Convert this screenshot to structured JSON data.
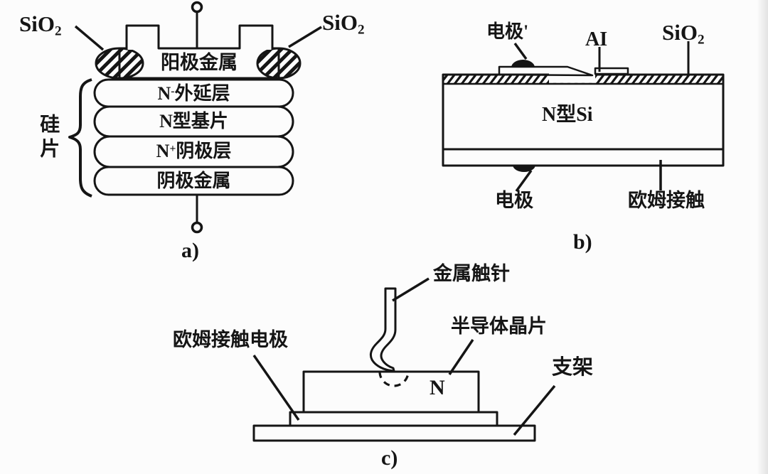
{
  "colors": {
    "background": "#fcfcfc",
    "ink": "#151515"
  },
  "panel_a": {
    "caption": "a)",
    "sio2_left": {
      "base": "SiO",
      "sub": "2"
    },
    "sio2_right": {
      "base": "SiO",
      "sub": "2"
    },
    "anode_metal_label": "阳极金属",
    "layers": [
      {
        "pre": "N",
        "sup": "-",
        "post": "外延层"
      },
      {
        "pre": "N型基片",
        "sup": "",
        "post": ""
      },
      {
        "pre": "N",
        "sup": "+",
        "post": "阴极层"
      },
      {
        "pre": "阴极金属",
        "sup": "",
        "post": ""
      }
    ],
    "brace_label": "硅片"
  },
  "panel_b": {
    "caption": "b)",
    "top_electrode_label": "电极'",
    "aluminum_label": "AI",
    "sio2": {
      "base": "SiO",
      "sub": "2"
    },
    "body_label": "N型Si",
    "bottom_electrode_label": "电极",
    "ohmic_contact_label": "欧姆接触"
  },
  "panel_c": {
    "caption": "c)",
    "probe_label": "金属触针",
    "wafer_label": "半导体晶片",
    "ohmic_electrode_label": "欧姆接触电极",
    "support_label": "支架",
    "region_label": "N"
  }
}
